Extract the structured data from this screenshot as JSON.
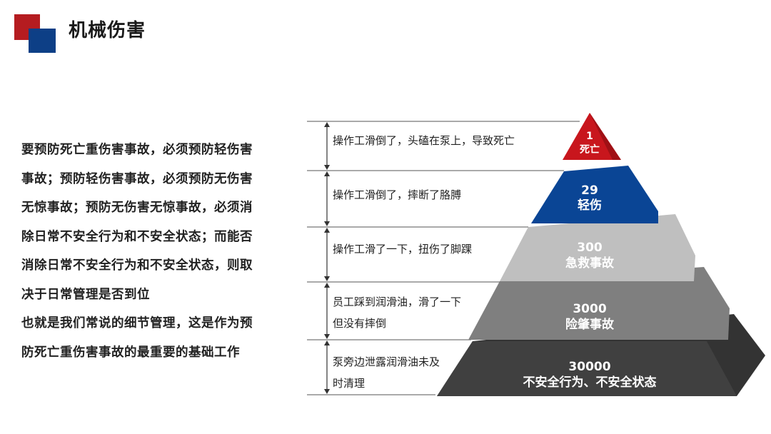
{
  "page": {
    "title": "机械伤害"
  },
  "intro": {
    "paragraph_1": "要预防死亡重伤害事故，必须预防轻伤害事故；预防轻伤害事故，必须预防无伤害无惊事故；预防无伤害无惊事故，必须消除日常不安全行为和不安全状态；而能否消除日常不安全行为和不安全状态，则取决于日常管理是否到位",
    "lines_1": [
      "要预防死亡重伤害事故，必须预防轻伤害",
      "事故；预防轻伤害事故，必须预防无伤害",
      "无惊事故；预防无伤害无惊事故，必须消",
      "除日常不安全行为和不安全状态；而能否",
      "消除日常不安全行为和不安全状态，则取",
      "决于日常管理是否到位"
    ],
    "lines_2": [
      "也就是我们常说的细节管理，这是作为预",
      "防死亡重伤害事故的最重要的基础工作"
    ]
  },
  "pyramid": {
    "tiers": [
      {
        "value": "1",
        "label": "死亡",
        "color": "#c8161d"
      },
      {
        "value": "29",
        "label": "轻伤",
        "color": "#0a4595"
      },
      {
        "value": "300",
        "label": "急救事故",
        "color": "#bfbfbf"
      },
      {
        "value": "3000",
        "label": "险肇事故",
        "color": "#7f7f7f"
      },
      {
        "value": "30000",
        "label": "不安全行为、不安全状态",
        "color": "#404040"
      }
    ],
    "captions": [
      [
        "操作工滑倒了，头磕在泵上，导致死亡"
      ],
      [
        "操作工滑倒了，摔断了胳膊"
      ],
      [
        "操作工滑了一下，扭伤了脚踝"
      ],
      [
        "员工踩到润滑油，滑了一下",
        "但没有摔倒"
      ],
      [
        "泵旁边泄露润滑油未及",
        "时清理"
      ]
    ]
  }
}
